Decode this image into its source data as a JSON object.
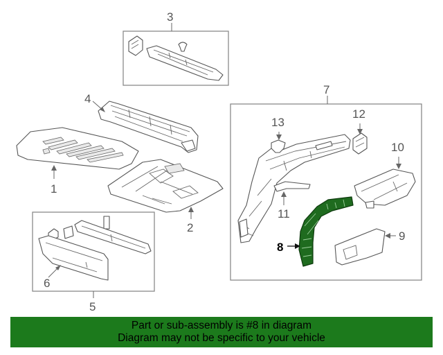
{
  "callouts": {
    "c1": "1",
    "c2": "2",
    "c3": "3",
    "c4": "4",
    "c5": "5",
    "c6": "6",
    "c7": "7",
    "c8": "8",
    "c9": "9",
    "c10": "10",
    "c11": "11",
    "c12": "12",
    "c13": "13"
  },
  "highlight": {
    "part_number": "8",
    "color": "#1f6b1f"
  },
  "banner": {
    "line1": "Part or sub-assembly is #8 in diagram",
    "line2": "Diagram may not be specific to your vehicle",
    "background": "#1c7a1c"
  }
}
